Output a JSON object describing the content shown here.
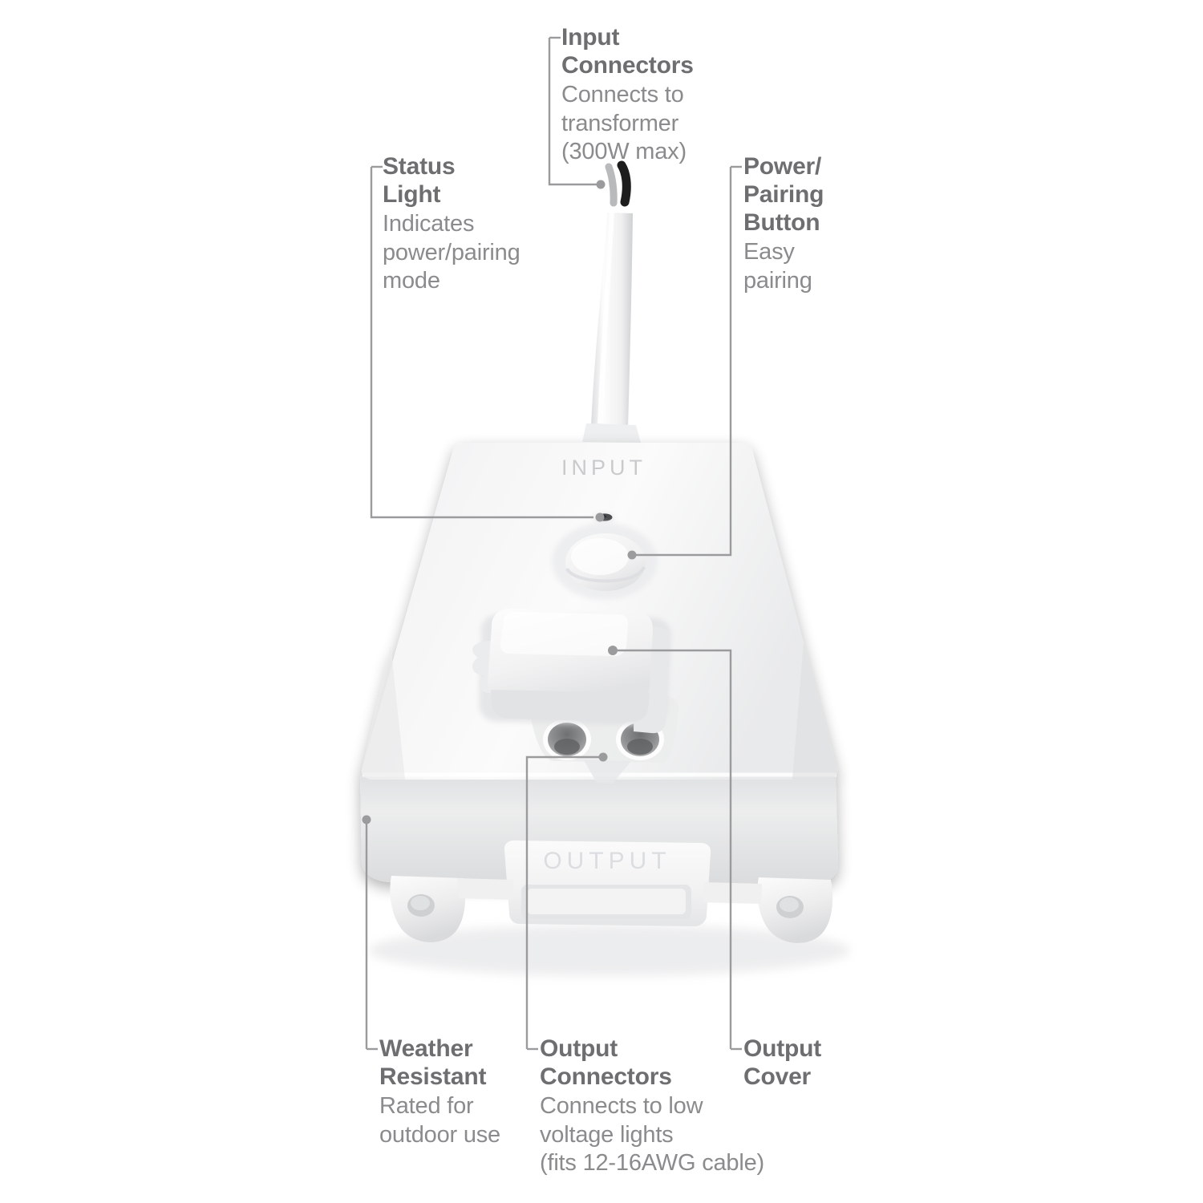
{
  "diagram": {
    "subject": "Outdoor low voltage smart lighting controller module",
    "device_markings": {
      "input_label": "INPUT",
      "output_label": "OUTPUT"
    },
    "accent_colors": {
      "title_gray": "#6e6e70",
      "body_gray": "#8b8b8d",
      "leader_line": "#9b9b9d",
      "device_white": "#f3f3f4",
      "device_shadow": "#d8d9da",
      "wire_black": "#1c1c1c",
      "wire_gray": "#b9b9bb",
      "background": "#ffffff"
    },
    "callouts": [
      {
        "id": "status-light",
        "title": "Status\nLight",
        "desc": "Indicates\npower/pairing\nmode"
      },
      {
        "id": "input-connectors",
        "title": "Input\nConnectors",
        "desc": "Connects to\ntransformer\n(300W max)"
      },
      {
        "id": "power-pairing-button",
        "title": "Power/\nPairing\nButton",
        "desc": "Easy\npairing"
      },
      {
        "id": "weather-resistant",
        "title": "Weather\nResistant",
        "desc": "Rated for\noutdoor use"
      },
      {
        "id": "output-connectors",
        "title": "Output\nConnectors",
        "desc": "Connects to low\nvoltage lights\n(fits 12-16AWG cable)"
      },
      {
        "id": "output-cover",
        "title": "Output\nCover",
        "desc": ""
      }
    ]
  }
}
